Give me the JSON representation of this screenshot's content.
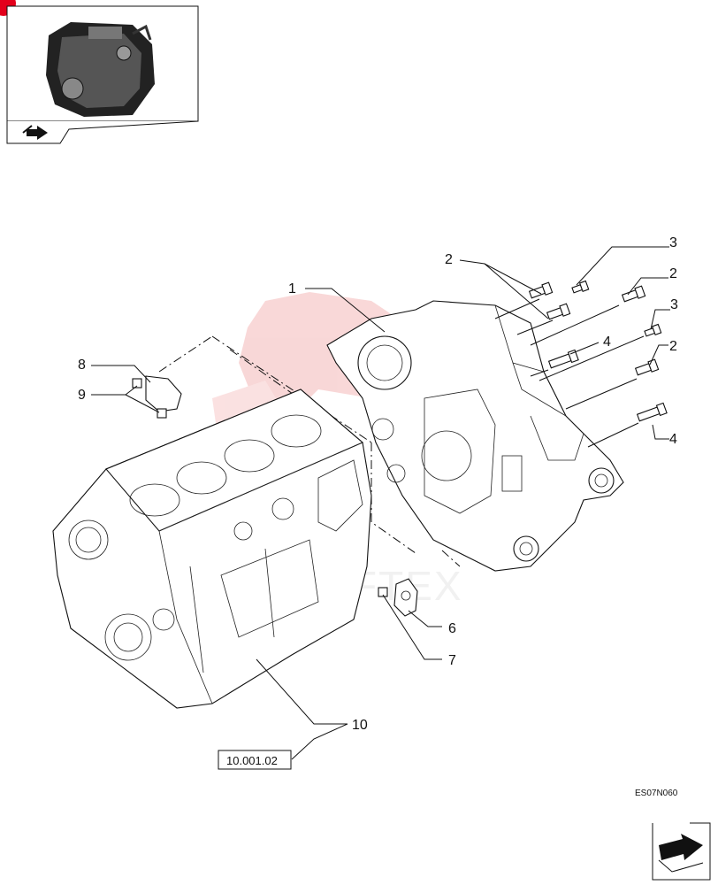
{
  "callouts": {
    "c1": "1",
    "c2a": "2",
    "c2b": "2",
    "c2c": "2",
    "c3a": "3",
    "c3b": "3",
    "c4a": "4",
    "c4b": "4",
    "c6": "6",
    "c7": "7",
    "c8": "8",
    "c9": "9",
    "c10": "10"
  },
  "reference": {
    "code": "10.001.02"
  },
  "figure": {
    "id": "ES07N060"
  },
  "watermark": {
    "text": "FTEX"
  },
  "icons": {
    "thumbnail": "engine-thumbnail-icon",
    "nav_top": "arrow-right-icon",
    "nav_bottom": "next-page-arrow-icon"
  },
  "colors": {
    "corner_mark": "#e3001b",
    "watermark": "#f4b8b8",
    "ink": "#111111"
  }
}
